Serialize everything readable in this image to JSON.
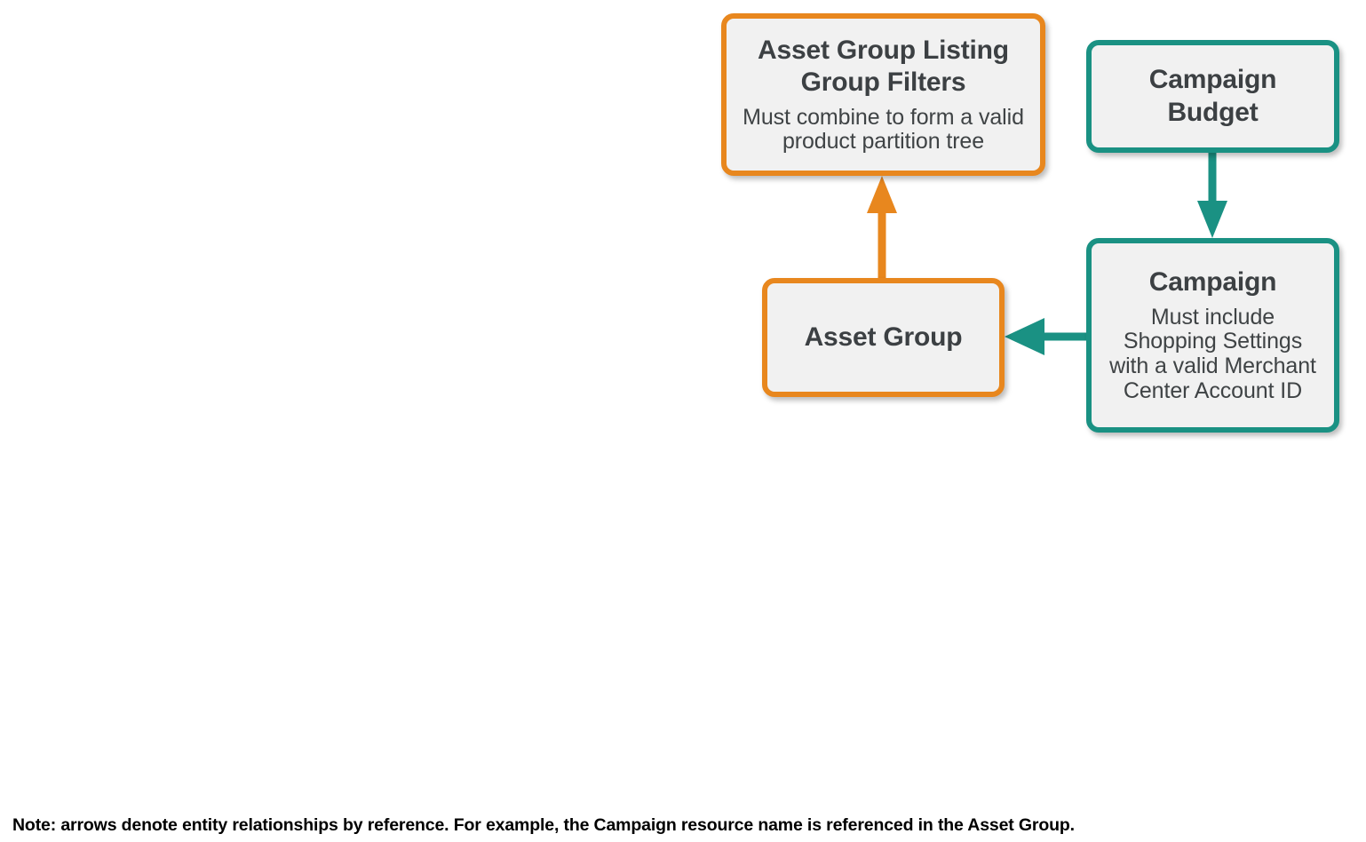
{
  "diagram": {
    "type": "entity-relationship",
    "palette": {
      "orange": "#E8871E",
      "teal": "#1A9183",
      "box_fill": "#F1F1F1",
      "text_dark": "#3C4043",
      "note_text": "#000000",
      "background": "#FFFFFF"
    },
    "nodes": [
      {
        "id": "asset_group_listing_group_filters",
        "title": "Asset Group Listing Group Filters",
        "subtitle": "Must combine to form a valid product partition tree",
        "color": "orange"
      },
      {
        "id": "campaign_budget",
        "title": "Campaign Budget",
        "subtitle": "",
        "color": "teal"
      },
      {
        "id": "asset_group",
        "title": "Asset Group",
        "subtitle": "",
        "color": "orange"
      },
      {
        "id": "campaign",
        "title": "Campaign",
        "subtitle": "Must include Shopping Settings with a valid Merchant Center Account ID",
        "color": "teal"
      }
    ],
    "edges": [
      {
        "id": "asset-group-to-listing-group-filters",
        "from": "asset_group",
        "to": "asset_group_listing_group_filters",
        "direction": "up",
        "color": "orange"
      },
      {
        "id": "campaign-budget-to-campaign",
        "from": "campaign_budget",
        "to": "campaign",
        "direction": "down",
        "color": "teal"
      },
      {
        "id": "campaign-to-asset-group",
        "from": "campaign",
        "to": "asset_group",
        "direction": "left",
        "color": "teal"
      }
    ],
    "note": "Note: arrows denote entity relationships by reference. For example, the Campaign resource name is referenced in the Asset Group."
  }
}
